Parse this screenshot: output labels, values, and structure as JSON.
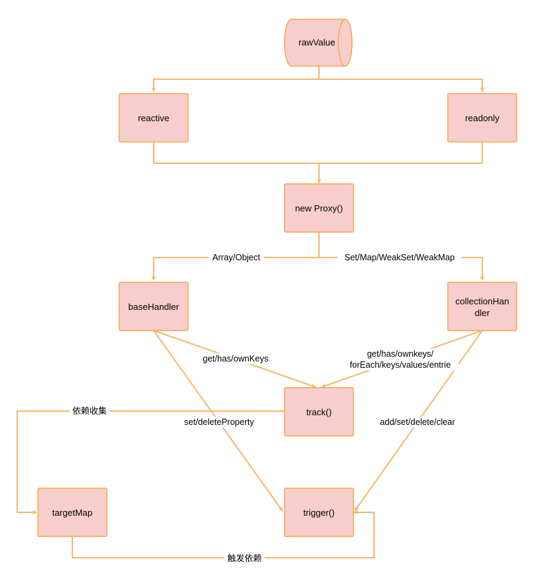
{
  "colors": {
    "node_fill": "#f8cecc",
    "node_stroke": "#f5a651",
    "edge": "#f5b870"
  },
  "nodes": {
    "rawValue": "rawValue",
    "reactive": "reactive",
    "readonly": "readonly",
    "new_proxy": "new Proxy()",
    "base_handler": "baseHandler",
    "collection_handler_line1": "collectionHan",
    "collection_handler_line2": "dler",
    "track": "track()",
    "trigger": "trigger()",
    "target_map": "targetMap"
  },
  "edge_labels": {
    "array_object": "Array/Object",
    "set_map": "Set/Map/WeakSet/WeakMap",
    "base_get": "get/has/ownKeys",
    "base_set": "set/deleteProperty",
    "collection_get_line1": "get/has/ownkeys/",
    "collection_get_line2": "forEach/keys/values/entrie",
    "collection_set": "add/set/delete/clear",
    "dep_collect": "依赖收集",
    "trigger_dep": "触发依赖"
  }
}
